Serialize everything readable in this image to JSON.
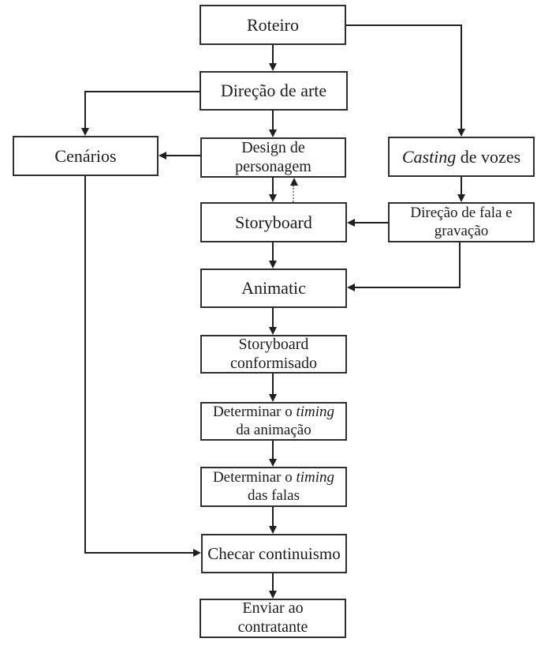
{
  "diagram": {
    "description": "Animation production pipeline flowchart (Portuguese)",
    "colors": {
      "box_border": "#2f2f2f",
      "box_fill": "#ffffff",
      "arrow": "#1f1f1f",
      "dotted_feedback": "#8f8f8f",
      "background": "#ffffff"
    },
    "nodes": {
      "roteiro": {
        "label": "Roteiro"
      },
      "direcao_arte": {
        "label": "Direção de arte"
      },
      "cenarios": {
        "label": "Cenários"
      },
      "design_personagem": {
        "lines": [
          "Design de",
          "personagem"
        ]
      },
      "casting_vozes": {
        "italic": "Casting",
        "rest": " de vozes"
      },
      "storyboard": {
        "label": "Storyboard"
      },
      "direcao_fala": {
        "lines": [
          "Direção de fala e",
          "gravação"
        ]
      },
      "animatic": {
        "label": "Animatic"
      },
      "storyboard_conformisado": {
        "lines": [
          "Storyboard",
          "conformisado"
        ]
      },
      "timing_animacao": {
        "pre": "Determinar o ",
        "italic": "timing",
        "line2": "da animação"
      },
      "timing_falas": {
        "pre": "Determinar o ",
        "italic": "timing",
        "line2": "das falas"
      },
      "checar_continuismo": {
        "label": "Checar continuismo"
      },
      "enviar_contratante": {
        "lines": [
          "Enviar ao",
          "contratante"
        ]
      }
    },
    "edges": [
      {
        "from": "roteiro",
        "to": "direcao_arte",
        "style": "solid"
      },
      {
        "from": "roteiro",
        "to": "casting_vozes",
        "style": "solid"
      },
      {
        "from": "direcao_arte",
        "to": "design_personagem",
        "style": "solid"
      },
      {
        "from": "direcao_arte",
        "to": "cenarios",
        "style": "solid"
      },
      {
        "from": "design_personagem",
        "to": "cenarios",
        "style": "solid"
      },
      {
        "from": "design_personagem",
        "to": "storyboard",
        "style": "solid"
      },
      {
        "from": "storyboard",
        "to": "design_personagem",
        "style": "dotted"
      },
      {
        "from": "casting_vozes",
        "to": "direcao_fala",
        "style": "solid"
      },
      {
        "from": "direcao_fala",
        "to": "storyboard",
        "style": "solid"
      },
      {
        "from": "storyboard",
        "to": "animatic",
        "style": "solid"
      },
      {
        "from": "direcao_fala",
        "to": "animatic",
        "style": "solid"
      },
      {
        "from": "animatic",
        "to": "storyboard_conformisado",
        "style": "solid"
      },
      {
        "from": "storyboard_conformisado",
        "to": "timing_animacao",
        "style": "solid"
      },
      {
        "from": "timing_animacao",
        "to": "timing_falas",
        "style": "solid"
      },
      {
        "from": "timing_falas",
        "to": "checar_continuismo",
        "style": "solid"
      },
      {
        "from": "cenarios",
        "to": "checar_continuismo",
        "style": "solid"
      },
      {
        "from": "checar_continuismo",
        "to": "enviar_contratante",
        "style": "solid"
      }
    ]
  }
}
